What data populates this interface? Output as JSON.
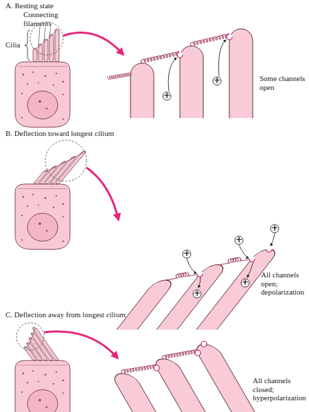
{
  "diagram": {
    "nodes": [
      {
        "text": [
          "+"
        ]
      },
      {
        "text": [
          "+"
        ]
      },
      {
        "text": [
          "+"
        ]
      },
      {
        "text": [
          "+"
        ]
      },
      {
        "text": [
          "+"
        ]
      },
      {
        "text": [
          "+"
        ]
      },
      {
        "text": [
          "+"
        ]
      }
    ],
    "labels": [
      "A. Resting state",
      "Connecting filaments",
      "Cilia",
      "Some channels open",
      "B. Deflection toward longest cilium",
      "All channels open; depolarization",
      "C. Deflection away from longest cilium",
      "All channels closed; hyperpolarization"
    ]
  }
}
